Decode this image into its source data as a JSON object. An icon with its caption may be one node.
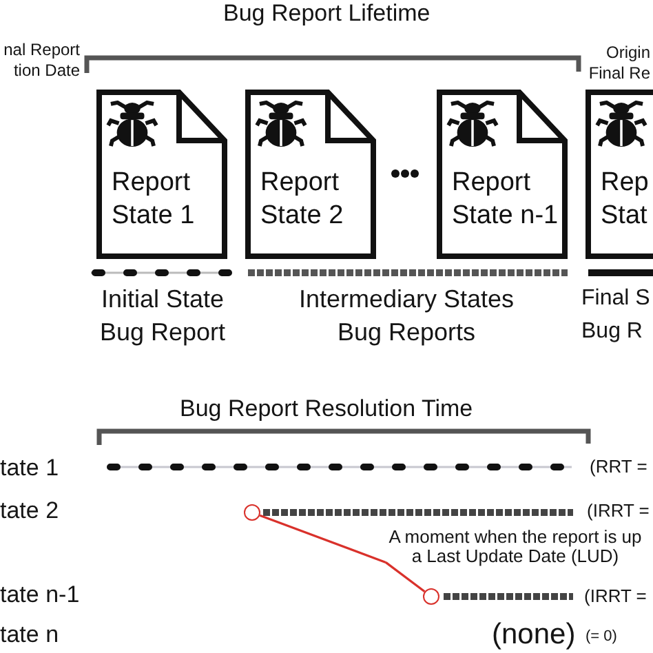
{
  "diagram": {
    "nodes": [
      {
        "text": [
          "Report State 1"
        ]
      },
      {
        "text": [
          "Report State 2"
        ]
      },
      {
        "text": [
          "Report State n-1"
        ]
      },
      {
        "text": [
          "Rep Stat"
        ]
      },
      {
        "text": [
          "A moment when the report is up a Last Update Date (LUD)"
        ]
      },
      {
        "text": [],
        "shape": "circle"
      },
      {
        "text": [],
        "shape": "circle"
      }
    ],
    "edges": [
      {
        "from": 4,
        "to": 5,
        "arrow": "none"
      },
      {
        "from": 4,
        "to": 6,
        "arrow": "none"
      }
    ],
    "labels": [
      "Bug Report Lifetime",
      "nal Report tion Date",
      "Origin Final Re",
      "Initial State Bug Report",
      "Intermediary States Bug Reports",
      "Final S Bug R",
      "Bug Report Resolution Time",
      "tate 1",
      "(RRT =",
      "tate 2",
      "(IRRT =",
      "tate n-1",
      "(IRRT =",
      "tate n",
      "(none)",
      "(= 0)"
    ]
  }
}
